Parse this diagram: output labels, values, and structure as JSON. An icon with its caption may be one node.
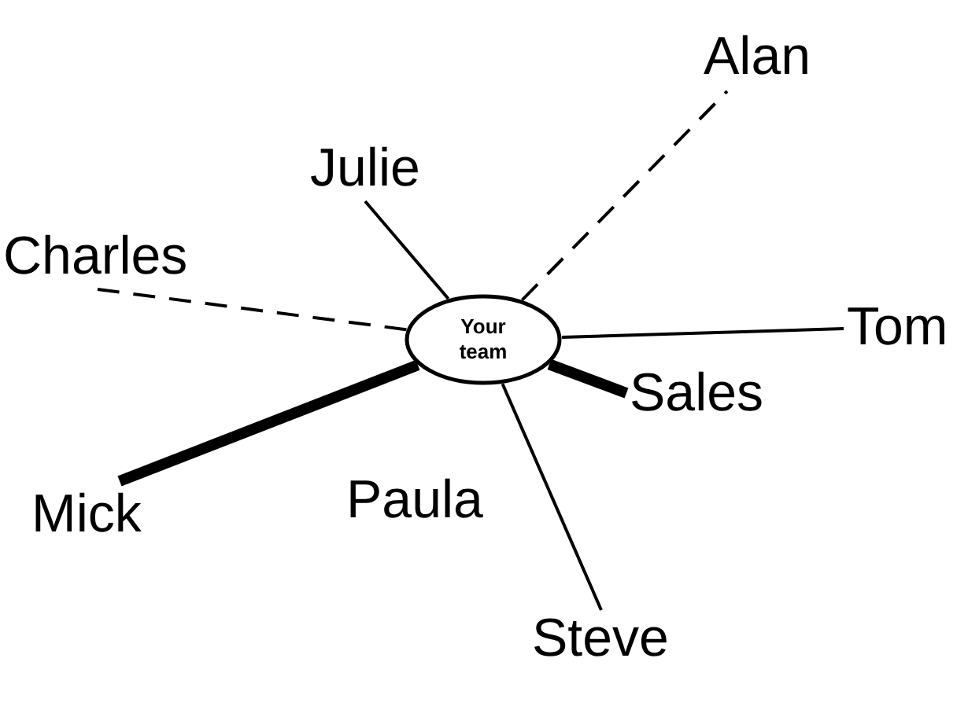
{
  "diagram": {
    "nodes": [
      {
        "text": [
          "Your team"
        ]
      },
      {
        "text": [
          "Alan"
        ]
      },
      {
        "text": [
          "Julie"
        ]
      },
      {
        "text": [
          "Charles"
        ]
      },
      {
        "text": [
          "Tom"
        ]
      },
      {
        "text": [
          "Sales"
        ]
      },
      {
        "text": [
          "Paula"
        ]
      },
      {
        "text": [
          "Mick"
        ]
      },
      {
        "text": [
          "Steve"
        ]
      }
    ],
    "edges": [
      {
        "from": 0,
        "to": 1,
        "arrow": "none",
        "style": "dashed"
      },
      {
        "from": 0,
        "to": 2,
        "arrow": "none"
      },
      {
        "from": 0,
        "to": 3,
        "arrow": "none",
        "style": "dashed"
      },
      {
        "from": 0,
        "to": 4,
        "arrow": "none"
      },
      {
        "from": 0,
        "to": 5,
        "arrow": "none",
        "style": "thick"
      },
      {
        "from": 0,
        "to": 7,
        "arrow": "none",
        "style": "thick"
      },
      {
        "from": 0,
        "to": 8,
        "arrow": "none"
      }
    ]
  }
}
